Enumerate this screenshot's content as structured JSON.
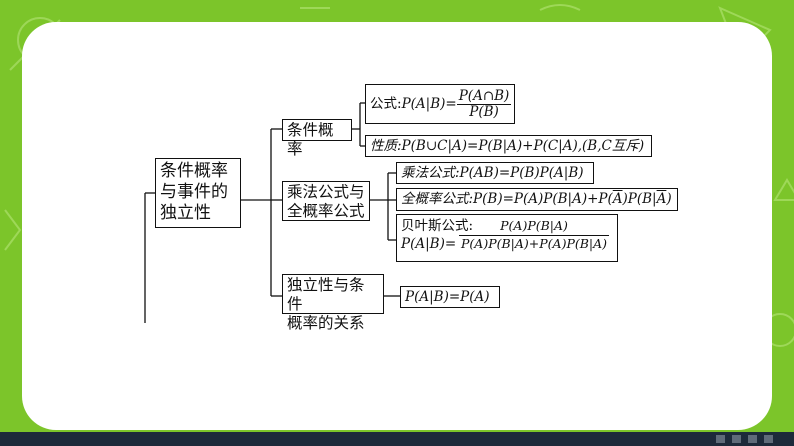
{
  "root": {
    "line1": "条件概率",
    "line2": "与事件的",
    "line3": "独立性"
  },
  "branch1": {
    "label": "条件概率",
    "formula": {
      "prefix": "公式:",
      "lhs": "P(A|B)=",
      "num": "P(A∩B)",
      "den": "P(B)"
    },
    "property": "性质:P(B∪C|A)=P(B|A)+P(C|A),(B,C互斥)"
  },
  "branch2": {
    "label_line1": "乘法公式与",
    "label_line2": "全概率公式",
    "mult": "乘法公式:P(AB)=P(B)P(A|B)",
    "total_html": "全概率公式:P(B)=P(A)P(B|A)+P(<span style=\"text-decoration:overline\">A</span>)P(B|<span style=\"text-decoration:overline\">A</span>)",
    "bayes_title": "贝叶斯公式:",
    "bayes_lhs": "P(A|B)=",
    "bayes_num": "P(A)P(B|A)",
    "bayes_den_html": "P(A)P(B|A)+P(<span style=\"text-decoration:overline\">A</span>)P(B|<span style=\"text-decoration:overline\">A</span>)"
  },
  "branch3": {
    "label_line1": "独立性与条件",
    "label_line2": "概率的关系",
    "formula": "P(A|B)=P(A)"
  },
  "colors": {
    "background": "#7cc52a",
    "card": "#ffffff",
    "bar": "#1d2a3a"
  }
}
